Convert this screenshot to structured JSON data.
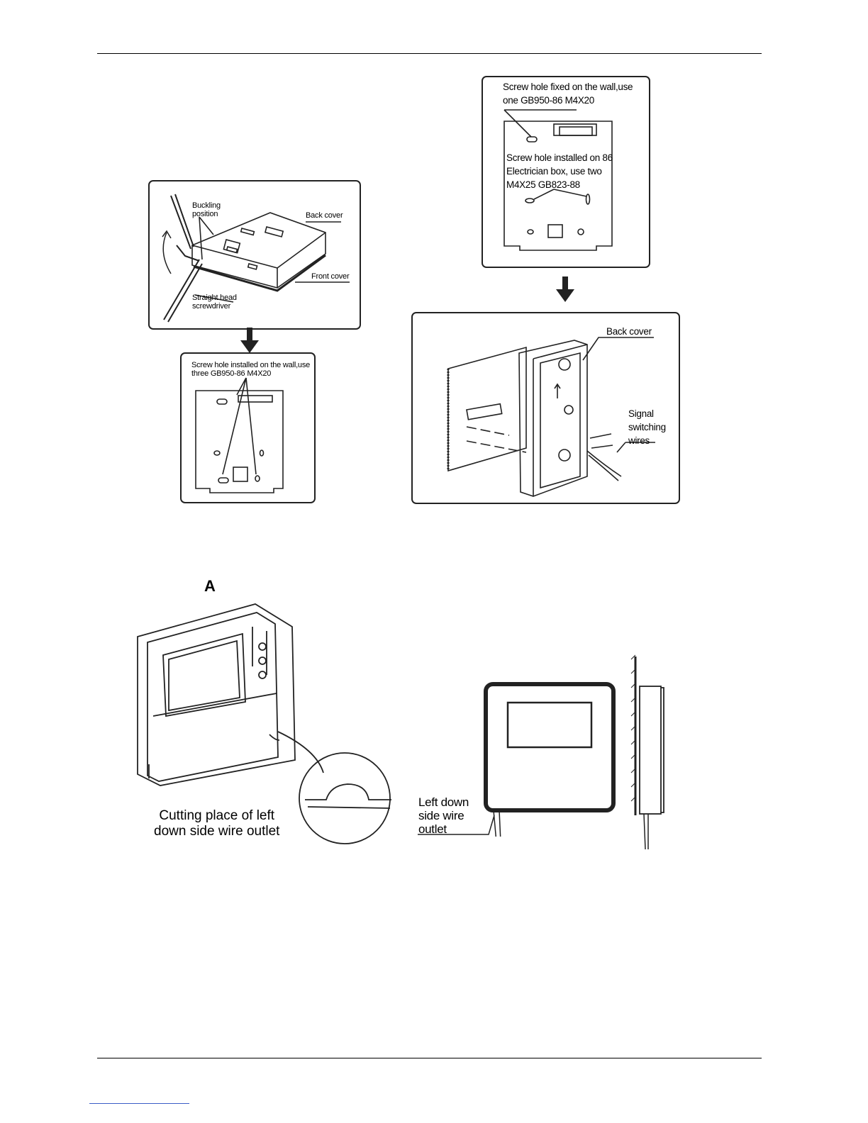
{
  "labels": {
    "buckling_position": "Buckling\nposition",
    "back_cover_1": "Back cover",
    "front_cover": "Front cover",
    "straight_head_screwdriver": "Straight head\nscrewdriver",
    "screw_hole_wall_three": "Screw hole installed on the wall,use\nthree GB950-86 M4X20",
    "screw_hole_wall_one": "Screw hole fixed on the wall,use\none GB950-86 M4X20",
    "screw_hole_86_box": "Screw hole installed on 86\nElectrician box, use two\nM4X25 GB823-88",
    "back_cover_2": "Back cover",
    "signal_switching_wires": "Signal\nswitching\nwires",
    "label_a": "A",
    "cutting_place": "Cutting place of left\ndown side wire outlet",
    "left_down_outlet": "Left down\nside wire\noutlet"
  },
  "colors": {
    "line": "#222222",
    "link": "#3b5cc7"
  }
}
